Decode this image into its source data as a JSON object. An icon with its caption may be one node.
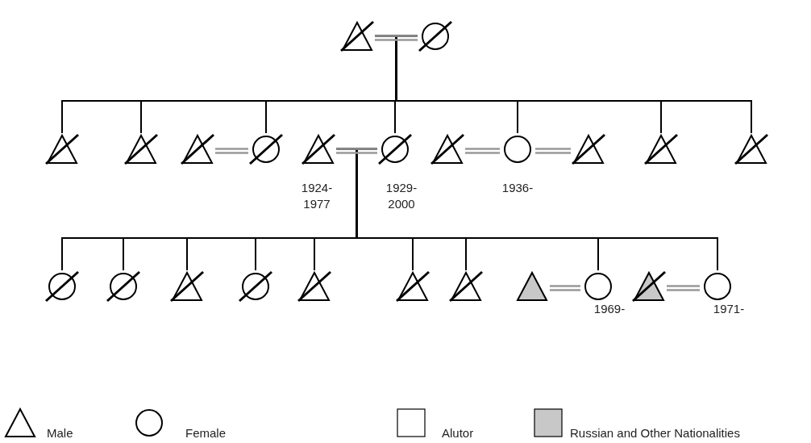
{
  "diagram": {
    "nodes": [
      {
        "text": [],
        "shape": "crossed-triangle"
      },
      {
        "text": [],
        "shape": "crossed-circle"
      },
      {
        "text": [],
        "shape": "crossed-triangle"
      },
      {
        "text": [],
        "shape": "crossed-triangle"
      },
      {
        "text": [],
        "shape": "crossed-triangle"
      },
      {
        "text": [],
        "shape": "crossed-circle"
      },
      {
        "text": [],
        "shape": "crossed-triangle",
        "beside": [
          "1924- 1977"
        ]
      },
      {
        "text": [],
        "shape": "crossed-circle",
        "beside": [
          "1929- 2000"
        ]
      },
      {
        "text": [],
        "shape": "crossed-triangle"
      },
      {
        "text": [],
        "shape": "circle",
        "beside": [
          "1936-"
        ]
      },
      {
        "text": [],
        "shape": "crossed-triangle"
      },
      {
        "text": [],
        "shape": "crossed-triangle"
      },
      {
        "text": [],
        "shape": "crossed-triangle"
      },
      {
        "text": [],
        "shape": "crossed-circle"
      },
      {
        "text": [],
        "shape": "crossed-circle"
      },
      {
        "text": [],
        "shape": "crossed-triangle"
      },
      {
        "text": [],
        "shape": "crossed-circle"
      },
      {
        "text": [],
        "shape": "crossed-triangle"
      },
      {
        "text": [],
        "shape": "crossed-triangle"
      },
      {
        "text": [],
        "shape": "crossed-triangle"
      },
      {
        "text": [],
        "shape": "shaded-triangle"
      },
      {
        "text": [],
        "shape": "circle",
        "beside": [
          "1969-"
        ]
      },
      {
        "text": [],
        "shape": "crossed-shaded-triangle"
      },
      {
        "text": [],
        "shape": "circle",
        "beside": [
          "1971-"
        ]
      }
    ],
    "edges": [
      {
        "from": 0,
        "to": 1,
        "arrow": "none",
        "color": "#999999"
      },
      {
        "from": 0,
        "to": 2,
        "arrow": "none"
      },
      {
        "from": 1,
        "to": 2,
        "arrow": "none"
      },
      {
        "from": 0,
        "to": 3,
        "arrow": "none"
      },
      {
        "from": 1,
        "to": 3,
        "arrow": "none"
      },
      {
        "from": 0,
        "to": 5,
        "arrow": "none"
      },
      {
        "from": 1,
        "to": 5,
        "arrow": "none"
      },
      {
        "from": 0,
        "to": 7,
        "arrow": "none"
      },
      {
        "from": 1,
        "to": 7,
        "arrow": "none"
      },
      {
        "from": 0,
        "to": 9,
        "arrow": "none"
      },
      {
        "from": 1,
        "to": 9,
        "arrow": "none"
      },
      {
        "from": 0,
        "to": 11,
        "arrow": "none"
      },
      {
        "from": 1,
        "to": 11,
        "arrow": "none"
      },
      {
        "from": 0,
        "to": 12,
        "arrow": "none"
      },
      {
        "from": 1,
        "to": 12,
        "arrow": "none"
      },
      {
        "from": 4,
        "to": 5,
        "arrow": "none",
        "color": "#999999"
      },
      {
        "from": 6,
        "to": 7,
        "arrow": "none",
        "color": "#999999"
      },
      {
        "from": 8,
        "to": 9,
        "arrow": "none",
        "color": "#999999"
      },
      {
        "from": 9,
        "to": 10,
        "arrow": "none",
        "color": "#999999"
      },
      {
        "from": 6,
        "to": 13,
        "arrow": "none"
      },
      {
        "from": 7,
        "to": 13,
        "arrow": "none"
      },
      {
        "from": 6,
        "to": 14,
        "arrow": "none"
      },
      {
        "from": 7,
        "to": 14,
        "arrow": "none"
      },
      {
        "from": 6,
        "to": 15,
        "arrow": "none"
      },
      {
        "from": 7,
        "to": 15,
        "arrow": "none"
      },
      {
        "from": 6,
        "to": 16,
        "arrow": "none"
      },
      {
        "from": 7,
        "to": 16,
        "arrow": "none"
      },
      {
        "from": 6,
        "to": 17,
        "arrow": "none"
      },
      {
        "from": 7,
        "to": 17,
        "arrow": "none"
      },
      {
        "from": 6,
        "to": 18,
        "arrow": "none"
      },
      {
        "from": 7,
        "to": 18,
        "arrow": "none"
      },
      {
        "from": 6,
        "to": 19,
        "arrow": "none"
      },
      {
        "from": 7,
        "to": 19,
        "arrow": "none"
      },
      {
        "from": 6,
        "to": 21,
        "arrow": "none"
      },
      {
        "from": 7,
        "to": 21,
        "arrow": "none"
      },
      {
        "from": 6,
        "to": 23,
        "arrow": "none"
      },
      {
        "from": 7,
        "to": 23,
        "arrow": "none"
      },
      {
        "from": 20,
        "to": 21,
        "arrow": "none",
        "color": "#999999"
      },
      {
        "from": 22,
        "to": 23,
        "arrow": "none",
        "color": "#999999"
      }
    ],
    "legend": [
      {
        "text": "Male"
      },
      {
        "text": "Female"
      },
      {
        "text": "Alutor",
        "color": "#ffffff"
      },
      {
        "text": "Russian and Other Nationalities",
        "color": "#c8c8c8"
      }
    ]
  }
}
